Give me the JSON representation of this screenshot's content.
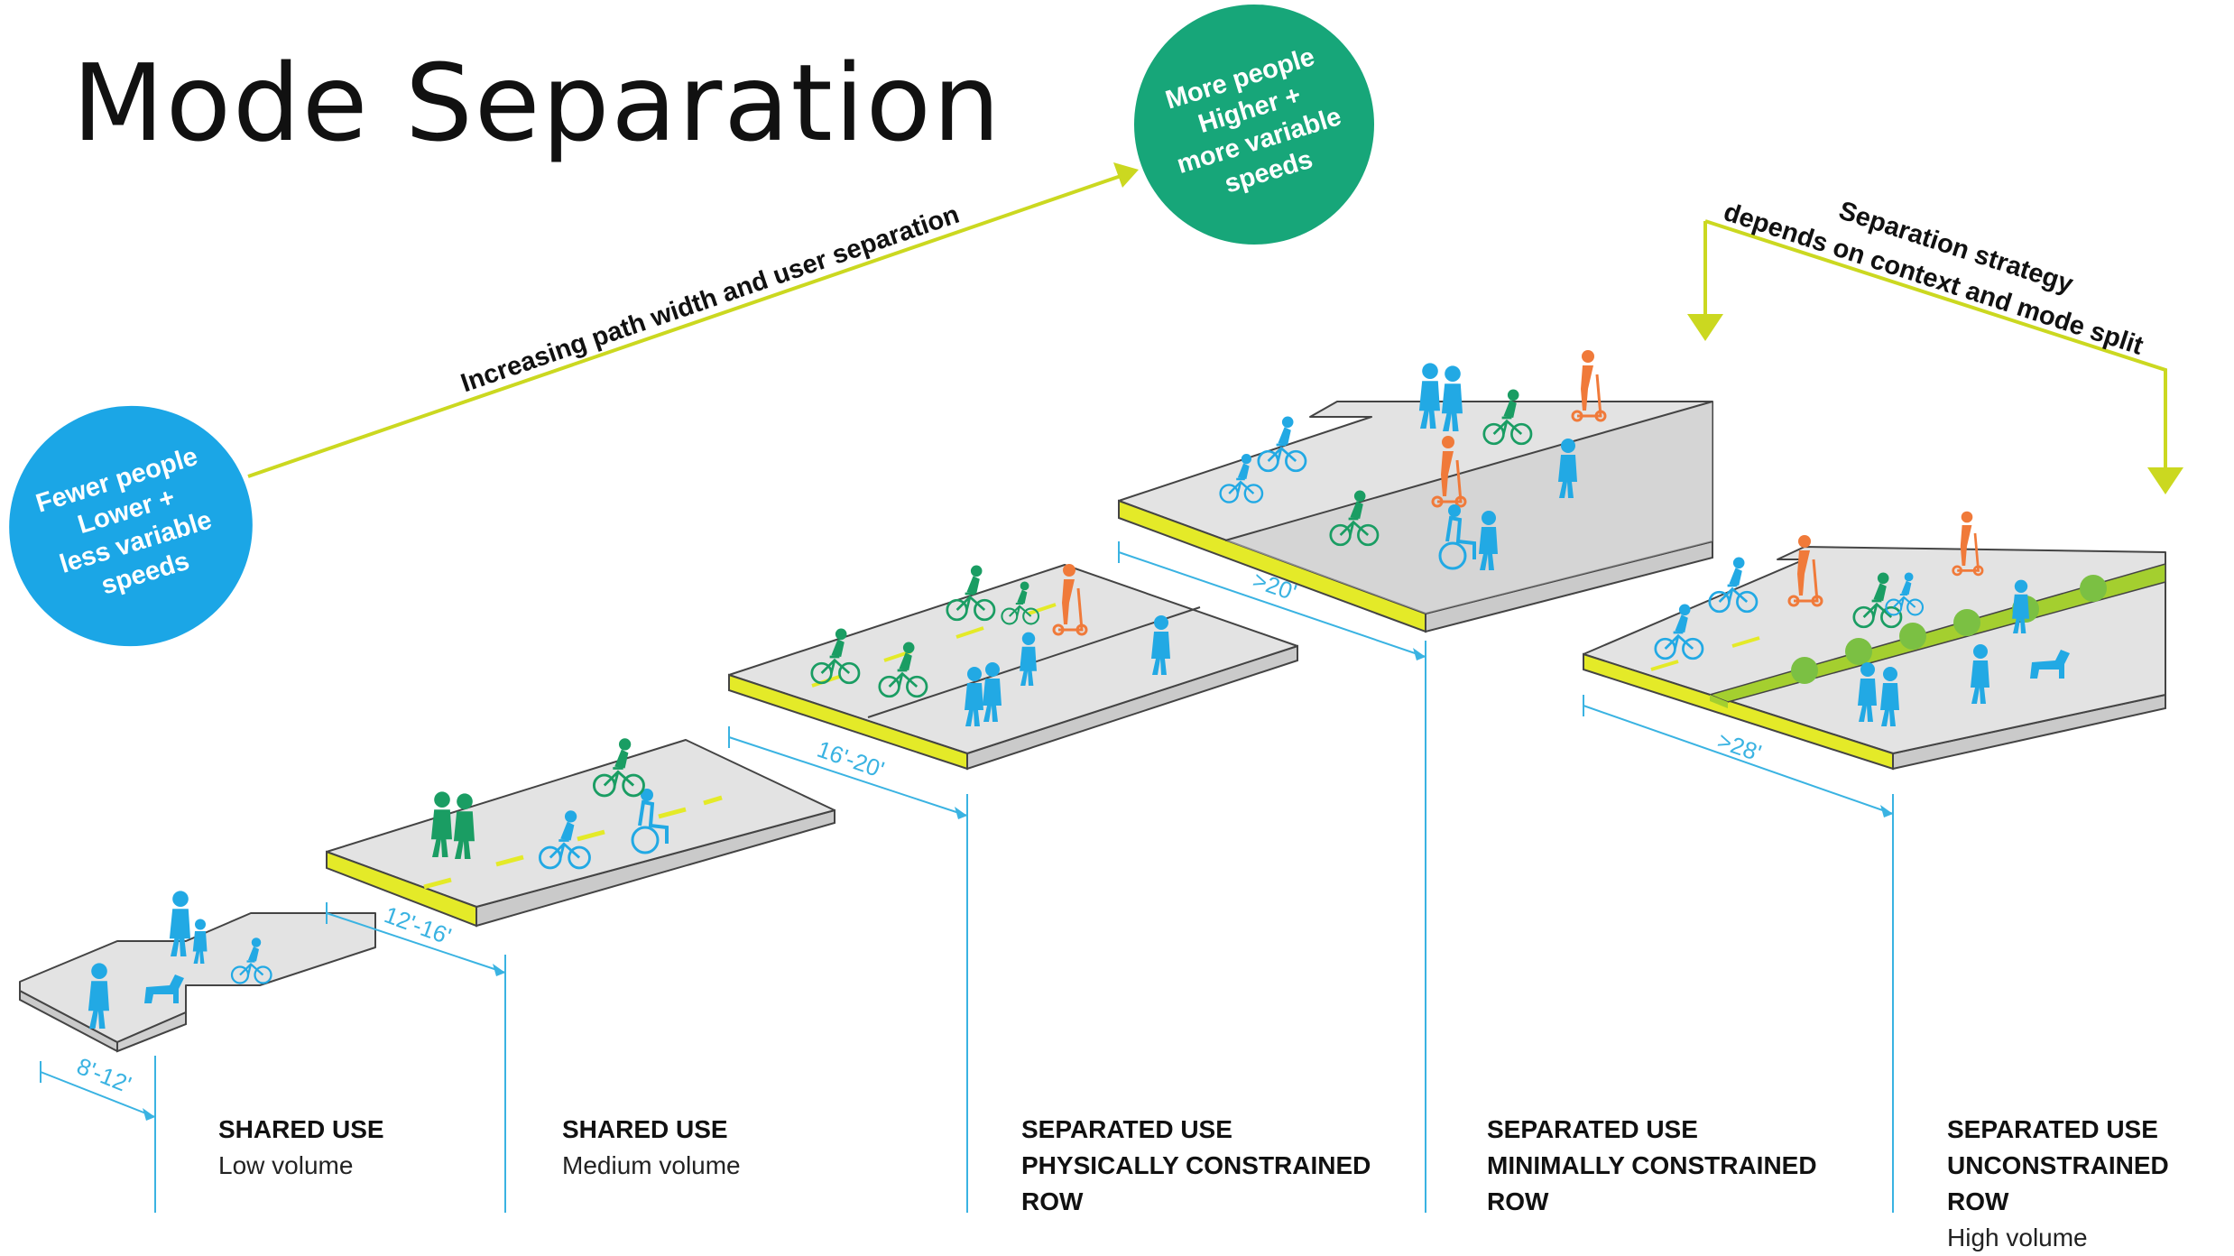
{
  "title": "Mode Separation",
  "top_arrow_label": "Increasing path width and user separation",
  "left_bubble": [
    "Fewer people",
    "Lower +",
    "less variable",
    "speeds"
  ],
  "right_bubble": [
    "More people",
    "Higher +",
    "more variable",
    "speeds"
  ],
  "strategy_note": [
    "Separation strategy",
    "depends on context and mode split"
  ],
  "widths": [
    "8'-12'",
    "12'-16'",
    "16'-20'",
    ">20'",
    ">28'"
  ],
  "categories": [
    {
      "heading": [
        "SHARED USE"
      ],
      "sub": "Low volume"
    },
    {
      "heading": [
        "SHARED USE"
      ],
      "sub": "Medium volume"
    },
    {
      "heading": [
        "SEPARATED USE",
        "PHYSICALLY CONSTRAINED",
        "ROW"
      ],
      "sub": ""
    },
    {
      "heading": [
        "SEPARATED USE",
        "MINIMALLY CONSTRAINED",
        "ROW"
      ],
      "sub": ""
    },
    {
      "heading": [
        "SEPARATED USE",
        "UNCONSTRAINED ROW"
      ],
      "sub": "High volume"
    }
  ],
  "colors": {
    "blue": "#22a9e4",
    "green": "#1a9d63",
    "orange": "#f07a3a",
    "lime": "#cbd820",
    "lime_strip": "#e4ea28",
    "green_strip": "#a4cf2f",
    "deck": "#e3e3e3",
    "deck_dark": "#cacaca",
    "edge": "#444444",
    "dim_line": "#3ab3e2",
    "bubble_blue": "#1ba6e6",
    "bubble_green": "#17a679"
  }
}
